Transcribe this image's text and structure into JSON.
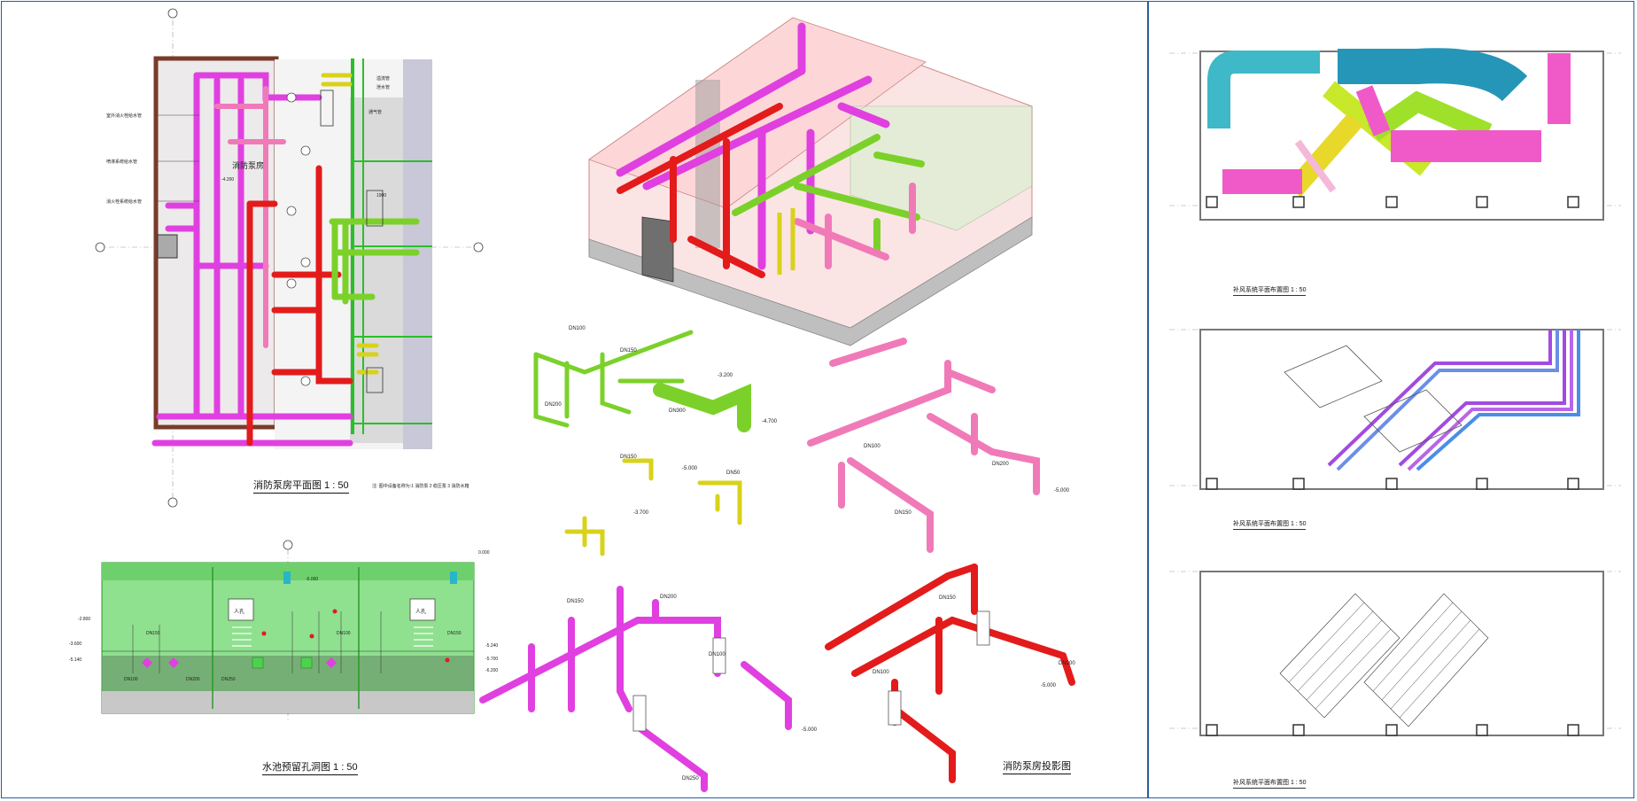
{
  "captions": {
    "pump_room_plan": "消防泵房平面图 1 : 50",
    "pool_openings": "水池预留孔洞图 1 : 50",
    "pump_room_axon": "消防泵房投影图",
    "right_plan_1": "补风系统平面布置图 1 : 50",
    "right_plan_2": "补风系统平面布置图 1 : 50",
    "right_plan_3": "补风系统平面布置图 1 : 50"
  },
  "notes": {
    "plan_note": "注: 图中设备名称为:1 消防泵 2 稳压泵 3 消防水箱"
  },
  "plan_labels": {
    "room": "消防泵房",
    "elev": "-4.200",
    "pipe_labels": [
      "室外消火栓给水管",
      "喷淋系统给水管",
      "消火栓系统给水管",
      "溢流管",
      "泄水管",
      "通气管"
    ],
    "dim_1900": "1900"
  },
  "pool_labels": {
    "top_dims": [
      "-5.000",
      "0.000"
    ],
    "dn": [
      "DN100",
      "DN150",
      "DN200",
      "DN250",
      "DN100",
      "DN150"
    ],
    "rooms": [
      "人孔",
      "人孔"
    ],
    "elev": [
      "-2.800",
      "-3.600",
      "-5.140",
      "-5.240",
      "-5.700",
      "-6.200"
    ]
  },
  "axon_labels": {
    "green": [
      "DN100",
      "DN150",
      "DN200",
      "DN300",
      "-3.200",
      "-4.700"
    ],
    "yellow": [
      "DN150",
      "DN50",
      "-5.000",
      "-3.700"
    ],
    "pink_top": [
      "DN100",
      "DN200",
      "DN150",
      "-5.000"
    ],
    "magenta": [
      "DN150",
      "DN200",
      "DN100",
      "DN250",
      "-5.000"
    ],
    "red": [
      "DN150",
      "DN100",
      "DN200",
      "-5.000"
    ]
  },
  "colors": {
    "frame": "#2b5c9a",
    "magenta": "#e040e0",
    "pink": "#f07ab8",
    "red": "#e31b1b",
    "green": "#7bd12a",
    "yellow": "#d8d21a",
    "teal": "#3fb8c8",
    "purple": "#a24be0",
    "blue": "#4a8ee8",
    "lime": "#c8e82a",
    "dark_brown": "#7a3b2a"
  }
}
